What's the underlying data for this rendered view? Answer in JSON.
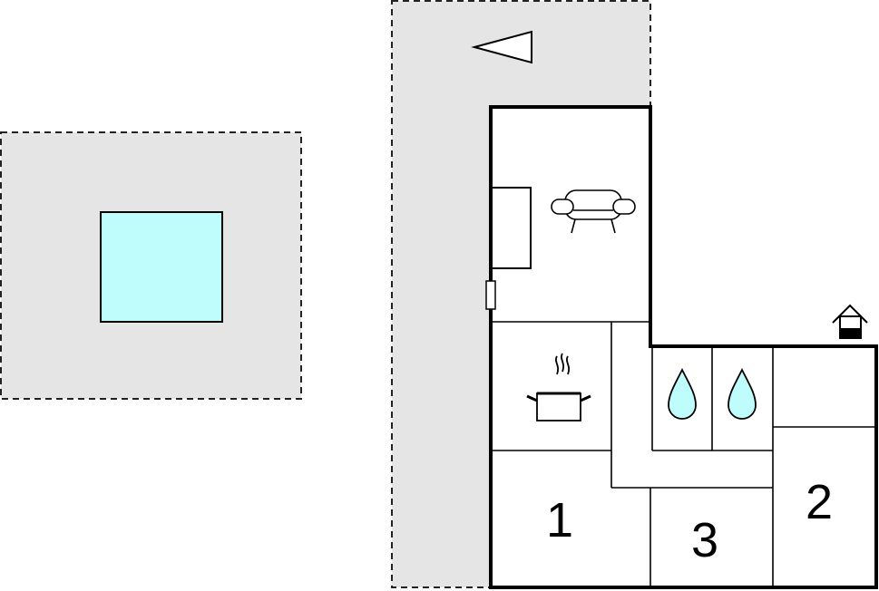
{
  "floorplan": {
    "rooms": [
      {
        "id": "living-room",
        "icon": "sofa-icon"
      },
      {
        "id": "kitchen",
        "icon": "cooking-pot-icon"
      },
      {
        "id": "bathroom-1",
        "icon": "water-drop-icon"
      },
      {
        "id": "bathroom-2",
        "icon": "water-drop-icon"
      },
      {
        "id": "storage"
      },
      {
        "id": "bedroom-1",
        "label": "1"
      },
      {
        "id": "bedroom-2",
        "label": "2"
      },
      {
        "id": "bedroom-3",
        "label": "3"
      }
    ],
    "outdoor": {
      "pool_area": {
        "icon": "pool"
      },
      "terrace": {},
      "orientation_arrow": {
        "icon": "direction-arrow-icon"
      },
      "entrance": {
        "icon": "house-entrance-icon"
      }
    },
    "colors": {
      "wall": "#000000",
      "outdoor_area": "#e5e5e5",
      "water": "#bffcfc",
      "room_fill": "#ffffff",
      "dashed_border": "#222222"
    }
  }
}
